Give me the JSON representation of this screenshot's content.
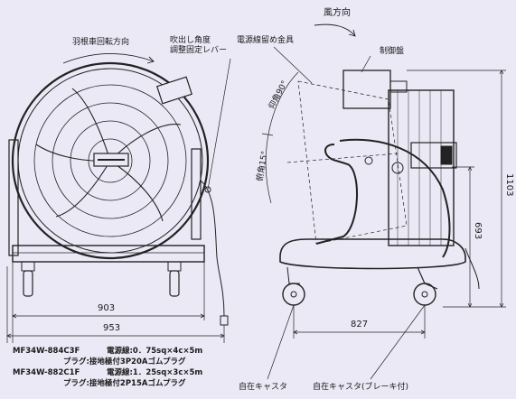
{
  "labels": {
    "wind_direction": "風方向",
    "blade_rotation": "羽根車回転方向",
    "lever": "吹出し角度\n調整固定レバー",
    "cord_clamp": "電源線留め金具",
    "control_panel": "制御盤",
    "up_angle": "仰角90°",
    "down_angle": "俯角15°",
    "caster": "自在キャスタ",
    "caster_brake": "自在キャスタ(ブレーキ付)"
  },
  "dimensions": {
    "d903": "903",
    "d953": "953",
    "d827": "827",
    "d1103": "1103",
    "d693": "693"
  },
  "specs": [
    {
      "model": "MF34W-884C3F",
      "cable": "電源線:0．75sq×4c×5m",
      "plug": "プラグ:接地極付3P20Aゴムプラグ"
    },
    {
      "model": "MF34W-882C1F",
      "cable": "電源線:1．25sq×3c×5m",
      "plug": "プラグ:接地極付2P15Aゴムプラグ"
    }
  ],
  "colors": {
    "background": "#ebe9f6",
    "line": "#1a1a1a"
  }
}
